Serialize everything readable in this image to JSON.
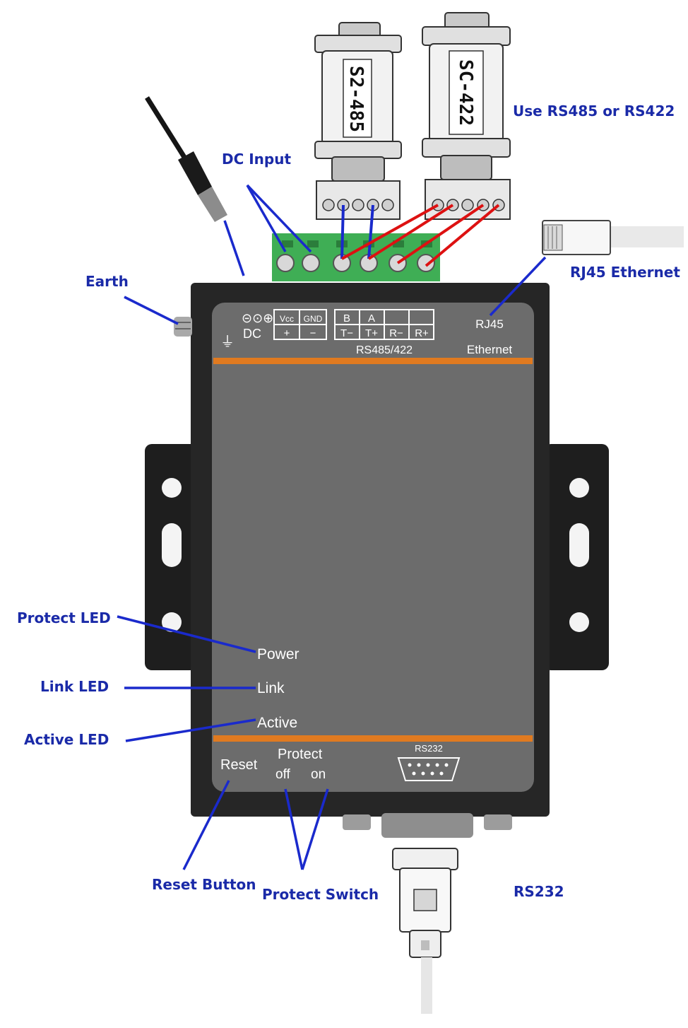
{
  "callouts": {
    "dc_input": "DC Input",
    "use_rs485_rs422": "Use RS485 or RS422",
    "earth": "Earth",
    "rj45_ethernet": "RJ45 Ethernet",
    "protect_led": "Protect LED",
    "link_led": "Link LED",
    "active_led": "Active LED",
    "reset_button": "Reset Button",
    "protect_switch": "Protect Switch",
    "rs232": "RS232"
  },
  "adapters": {
    "rs485": "S2-485",
    "rs422": "SC-422"
  },
  "device_panel": {
    "dc_label": "DC",
    "vcc": "Vcc",
    "gnd": "GND",
    "plus": "+",
    "minus": "−",
    "b": "B",
    "a": "A",
    "t_minus": "T−",
    "t_plus": "T+",
    "r_minus": "R−",
    "r_plus": "R+",
    "rs485_422": "RS485/422",
    "rj45": "RJ45",
    "ethernet": "Ethernet",
    "power": "Power",
    "link": "Link",
    "active": "Active",
    "reset": "Reset",
    "protect": "Protect",
    "off": "off",
    "on": "on",
    "rs232_port": "RS232"
  },
  "colors": {
    "callout_text": "#1a2aa8",
    "callout_line": "#1a2acc",
    "rs422_wires": "#dd1111",
    "terminal_block": "#3fae55",
    "device_body": "#2b2b2b",
    "panel": "#6b6b6b",
    "orange_stripe": "#e07a20"
  }
}
